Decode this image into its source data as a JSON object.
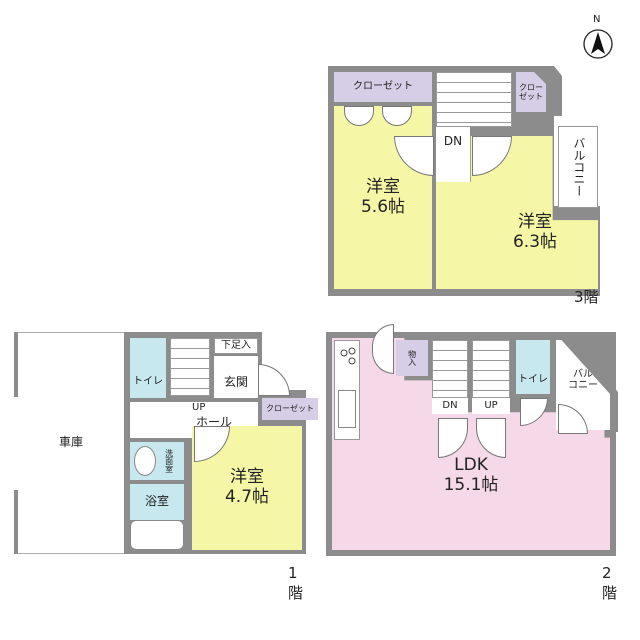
{
  "compass": {
    "label": "N",
    "icon": "north-arrow-icon"
  },
  "floors": {
    "f1": {
      "label": "1階",
      "rooms": {
        "garage": {
          "name": "車庫"
        },
        "toilet": {
          "name": "トイレ"
        },
        "shoe": {
          "name": "下足入"
        },
        "entrance": {
          "name": "玄関"
        },
        "up": {
          "name": "UP"
        },
        "hall": {
          "name": "ホール"
        },
        "closet": {
          "name": "クローゼット"
        },
        "washroom": {
          "name": "洗面室"
        },
        "bath": {
          "name": "浴室"
        },
        "bedroom": {
          "name": "洋室",
          "size": "4.7帖"
        }
      }
    },
    "f2": {
      "label": "2階",
      "rooms": {
        "storage": {
          "name": "物入"
        },
        "dn": {
          "name": "DN"
        },
        "up": {
          "name": "UP"
        },
        "toilet": {
          "name": "トイレ"
        },
        "balcony": {
          "name": "バルコニー",
          "line1": "バル",
          "line2": "コニー"
        },
        "ldk": {
          "name": "LDK",
          "size": "15.1帖"
        }
      }
    },
    "f3": {
      "label": "3階",
      "rooms": {
        "closet_left": {
          "name": "クローゼット"
        },
        "closet_right": {
          "name": "クローゼット",
          "line1": "クロー",
          "line2": "ゼット"
        },
        "dn": {
          "name": "DN"
        },
        "balcony": {
          "name": "バルコニー"
        },
        "bedroom_left": {
          "name": "洋室",
          "size": "5.6帖"
        },
        "bedroom_right": {
          "name": "洋室",
          "size": "6.3帖"
        }
      }
    }
  },
  "colors": {
    "wall": "#8c8c8c",
    "bedroom": "#f6f7a6",
    "ldk": "#f6d9e8",
    "wet": "#c7e8ef",
    "closet": "#d6cde6"
  }
}
